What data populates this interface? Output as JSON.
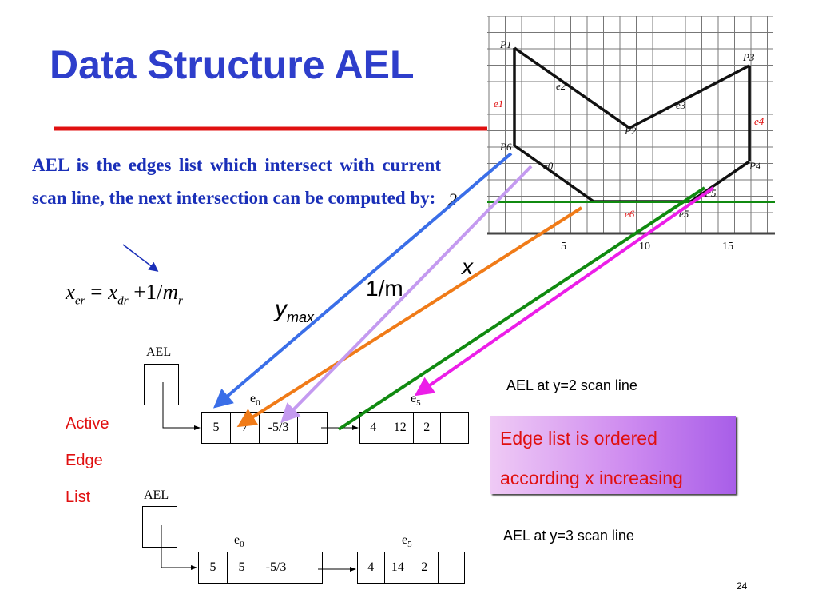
{
  "title": "Data Structure AEL",
  "description": "AEL is the edges list which intersect with current scan line, the next intersection can be computed by:",
  "formula": {
    "lhs": "x",
    "lhs_sub": "er",
    "equals": "=",
    "rhs_x": "x",
    "rhs_x_sub": "dr",
    "plus_one_over": "+1/",
    "m": "m",
    "m_sub": "r"
  },
  "labels": {
    "ymax_main": "y",
    "ymax_sub": "max",
    "one_over_m": "1/m",
    "x": "x",
    "scan_y": "2"
  },
  "side_list": [
    "Active",
    "Edge",
    "List"
  ],
  "ael_y2": {
    "head_label": "AEL",
    "caption": "AEL at y=2 scan line",
    "nodes": [
      {
        "name": "e",
        "sub": "0",
        "cells": [
          "5",
          "7",
          "-5/3",
          ""
        ]
      },
      {
        "name": "e",
        "sub": "5",
        "cells": [
          "4",
          "12",
          "2",
          ""
        ]
      }
    ]
  },
  "ael_y3": {
    "head_label": "AEL",
    "caption": "AEL at y=3 scan line",
    "nodes": [
      {
        "name": "e",
        "sub": "0",
        "cells": [
          "5",
          "5",
          "-5/3",
          ""
        ]
      },
      {
        "name": "e",
        "sub": "5",
        "cells": [
          "4",
          "14",
          "2",
          ""
        ]
      }
    ]
  },
  "note": {
    "line1": "Edge list is ordered",
    "line2": "according x increasing"
  },
  "grid": {
    "points": [
      "P1",
      "P2",
      "P3",
      "P4",
      "P5",
      "P6"
    ],
    "edges": [
      "e0",
      "e1",
      "e2",
      "e3",
      "e4",
      "e5",
      "e6"
    ],
    "ticks": [
      "5",
      "10",
      "15"
    ]
  },
  "page_number": "24",
  "colors": {
    "title": "#2e3ecb",
    "text": "#1a2fb8",
    "red_line": "#e01010",
    "blue_arrow": "#3a6ee8",
    "orange_arrow": "#f07b18",
    "lavender_arrow": "#c49af0",
    "green_arrow": "#108a10",
    "magenta_arrow": "#ec1ee8"
  }
}
